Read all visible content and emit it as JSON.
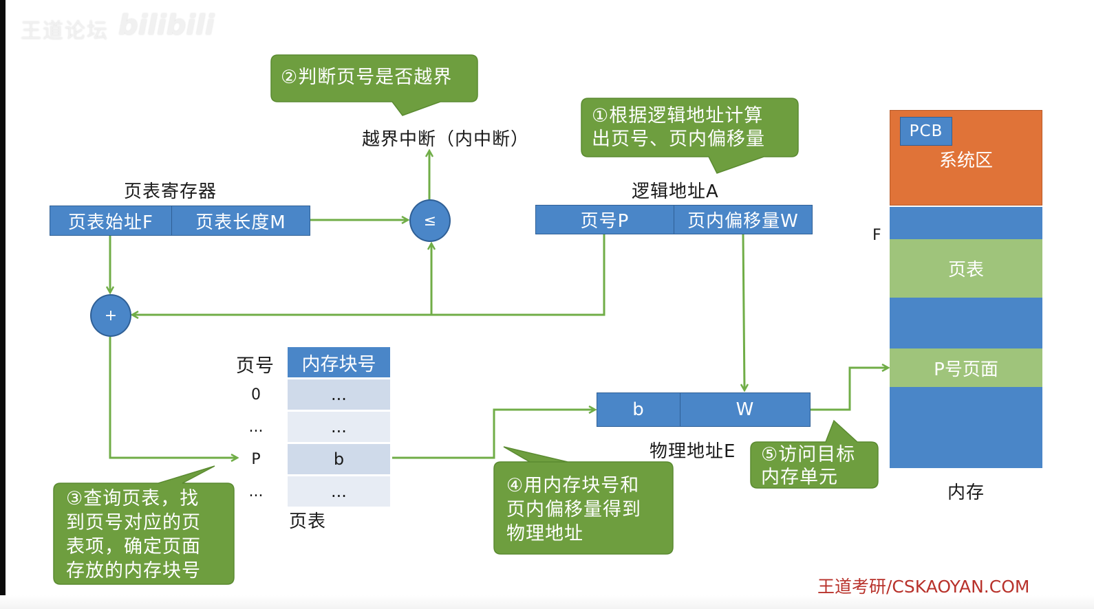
{
  "watermark": {
    "left": "王道论坛",
    "right": "bilibili"
  },
  "callouts": {
    "step1": "①根据逻辑地址计算\n出页号、页内偏移量",
    "step2": "②判断页号是否越界",
    "step3": "③查询页表，找\n到页号对应的页\n表项，确定页面\n存放的内存块号",
    "step4": "④用内存块号和\n页内偏移量得到\n物理地址",
    "step5": "⑤访问目标\n内存单元"
  },
  "page_table_register": {
    "title": "页表寄存器",
    "start_addr": "页表始址F",
    "length": "页表长度M"
  },
  "logical_address": {
    "title": "逻辑地址A",
    "page_no": "页号P",
    "offset": "页内偏移量W"
  },
  "interrupt_label": "越界中断（内中断）",
  "comparator": "≤",
  "adder": "+",
  "page_table": {
    "header_pageno": "页号",
    "header_frame": "内存块号",
    "caption": "页表",
    "rows": [
      {
        "page": "0",
        "frame": "..."
      },
      {
        "page": "...",
        "frame": "..."
      },
      {
        "page": "P",
        "frame": "b"
      },
      {
        "page": "...",
        "frame": "..."
      }
    ]
  },
  "physical_address": {
    "title": "物理地址E",
    "frame": "b",
    "offset": "W"
  },
  "memory": {
    "caption": "内存",
    "f_marker": "F",
    "pcb": "PCB",
    "system_area": "系统区",
    "page_table": "页表",
    "p_page": "P号页面"
  },
  "colors": {
    "blue": "#4a86c8",
    "green": "#6e9e3f",
    "light_green": "#9fc47b",
    "orange": "#e07338",
    "arrow_green": "#70ad47"
  },
  "footer": "王道考研/CSKAOYAN.COM"
}
